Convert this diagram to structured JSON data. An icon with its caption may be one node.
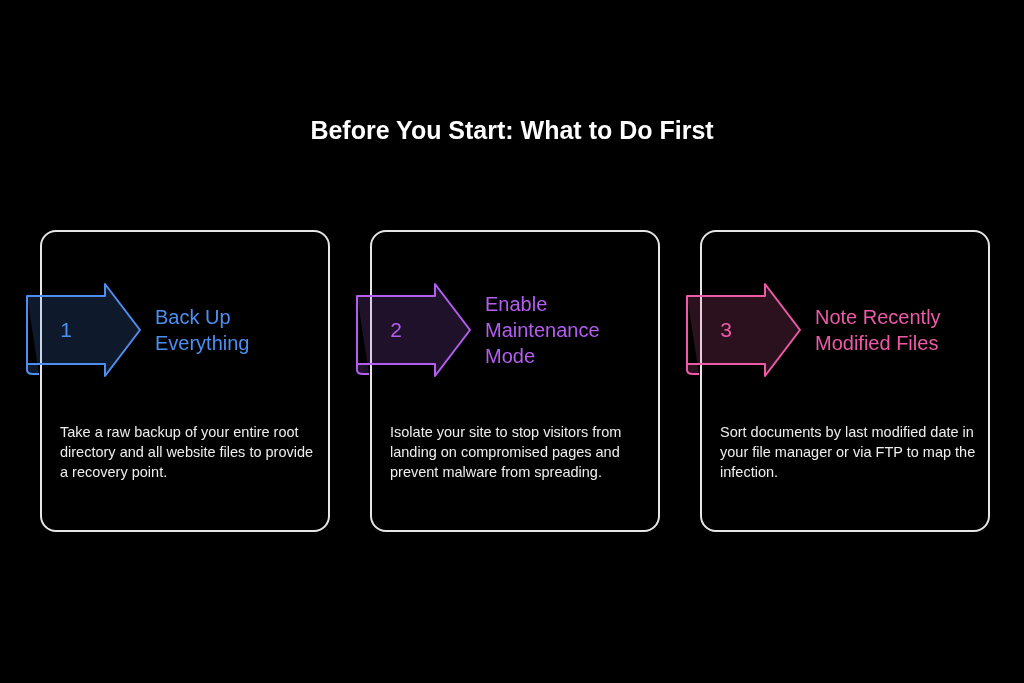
{
  "diagram": {
    "title": "Before You Start: What to Do First",
    "nodes": [
      {
        "text": [
          "Back Up Everything",
          "Take a raw backup of your entire root directory and all website files to provide a recovery point."
        ]
      },
      {
        "text": [
          "1"
        ],
        "in": 0
      },
      {
        "text": [
          "Enable Maintenance Mode",
          "Isolate your site to stop visitors from landing on compromised pages and prevent malware from spreading."
        ]
      },
      {
        "text": [
          "2"
        ],
        "in": 2
      },
      {
        "text": [
          "Note Recently Modified Files",
          "Sort documents by last modified date in your file manager or via FTP to map the infection."
        ]
      },
      {
        "text": [
          "3"
        ],
        "in": 4
      }
    ]
  }
}
